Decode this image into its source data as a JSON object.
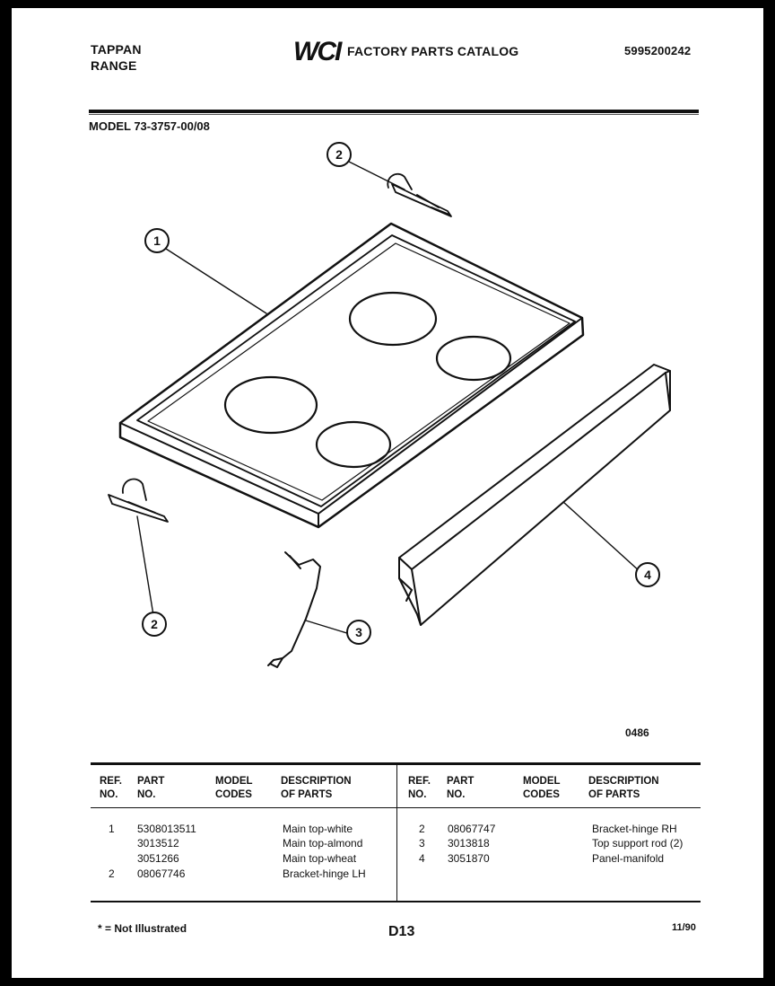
{
  "header": {
    "brand_line1": "TAPPAN",
    "brand_line2": "RANGE",
    "logo_text": "WCI",
    "catalog_title": "FACTORY PARTS CATALOG",
    "doc_number": "5995200242"
  },
  "model_line": "MODEL 73-3757-00/08",
  "diagram": {
    "callouts": [
      "1",
      "2",
      "2",
      "3",
      "4"
    ],
    "drawing_code": "0486",
    "components": [
      "main-top",
      "bracket-hinge-rh",
      "bracket-hinge-lh",
      "top-support-rod",
      "panel-manifold"
    ]
  },
  "table": {
    "headers": {
      "ref": "REF.\nNO.",
      "part": "PART\nNO.",
      "codes": "MODEL\nCODES",
      "desc": "DESCRIPTION\nOF PARTS"
    },
    "left_rows": [
      {
        "ref": "1",
        "part": "5308013511",
        "codes": "",
        "desc": "Main top-white"
      },
      {
        "ref": "",
        "part": "3013512",
        "codes": "",
        "desc": "Main top-almond"
      },
      {
        "ref": "",
        "part": "3051266",
        "codes": "",
        "desc": "Main top-wheat"
      },
      {
        "ref": "2",
        "part": "08067746",
        "codes": "",
        "desc": "Bracket-hinge LH"
      }
    ],
    "right_rows": [
      {
        "ref": "2",
        "part": "08067747",
        "codes": "",
        "desc": "Bracket-hinge RH"
      },
      {
        "ref": "3",
        "part": "3013818",
        "codes": "",
        "desc": "Top support rod (2)"
      },
      {
        "ref": "4",
        "part": "3051870",
        "codes": "",
        "desc": "Panel-manifold"
      }
    ]
  },
  "footer": {
    "note": "* = Not Illustrated",
    "page_id": "D13",
    "rev_date": "11/90"
  }
}
